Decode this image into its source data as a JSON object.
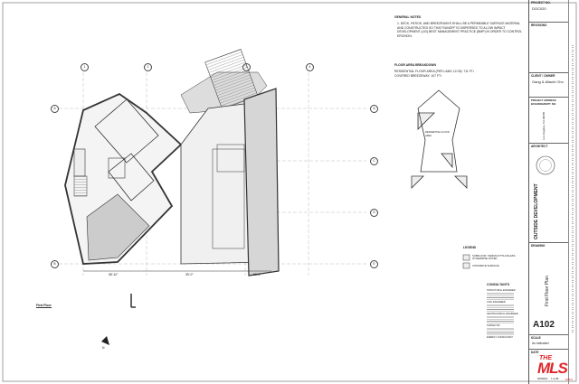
{
  "sheet": {
    "grid_columns": [
      "1",
      "2",
      "3",
      "4"
    ],
    "grid_rows_left": [
      "A",
      "B"
    ],
    "grid_rows_right": [
      "A",
      "C",
      "D",
      "E"
    ],
    "north_label": "N",
    "plan_title": "First Floor",
    "dimensions": [
      "58'-10\"",
      "39'-0\"",
      "56'-6\""
    ]
  },
  "general_notes": {
    "title": "GENERAL NOTES",
    "items": [
      "1. DECK, PATIOS, AND BREEZEWAYS SHALL BE A PERMEABLE SURFACE MATERIAL AND CONSTRUCTED SO THAT RUNOFF IS DISPERSED TO A LOW IMPACT DEVELOPMENT (LID) BEST MANAGEMENT PRACTICE (BMP) IN ORDER TO CONTROL EROSION."
    ]
  },
  "floor_area": {
    "title": "FLOOR AREA BREAKDOWN",
    "lines": [
      "RESIDENTIAL FLOOR AREA (PER LAMC 12.03): 711 FT²",
      "COVERED BREEZEWAY: 107 FT²"
    ],
    "key_label": "RESIDENTIAL FLOOR AREA"
  },
  "legend": {
    "title": "LEGEND",
    "items": [
      "SUBFLOOR, TERRACOTTA UNLESS OTHERWISE NOTED",
      "CONCRETE SURFACE"
    ]
  },
  "consultants": {
    "title": "CONSULTANTS",
    "blocks": [
      "STRUCTURAL ENGINEER",
      "CIVIL ENGINEER",
      "GEOTECHNICAL ENGINEER",
      "SURVEYOR",
      "ENERGY CONSULTANT"
    ]
  },
  "title_block": {
    "project_no_label": "PROJECT NO.",
    "project_no": "DOC020",
    "revisions_label": "REVISIONS",
    "client_label": "CLIENT / OWNER",
    "client": "Gang & Allachi Cho",
    "address_label": "PROJECT ADDRESS BUILDING/DEPT. NO.",
    "address": "Los Angeles, CA 90065",
    "architect_label": "ARCHITECT",
    "firm": "OUTSIDE DEVELOPMENT",
    "drawing_label": "DRAWING",
    "drawing_title": "First Floor Plan",
    "sheet_no": "A102",
    "scale_label": "SCALE",
    "scale": "As indicated",
    "date_label": "DATE"
  },
  "watermark": {
    "brand": "THE MLS",
    "domain": ".com",
    "id": "#25000x",
    "date": "1.2.08"
  },
  "colors": {
    "line": "#333333",
    "hatch": "#999999",
    "mls_red": "#e0262a"
  }
}
